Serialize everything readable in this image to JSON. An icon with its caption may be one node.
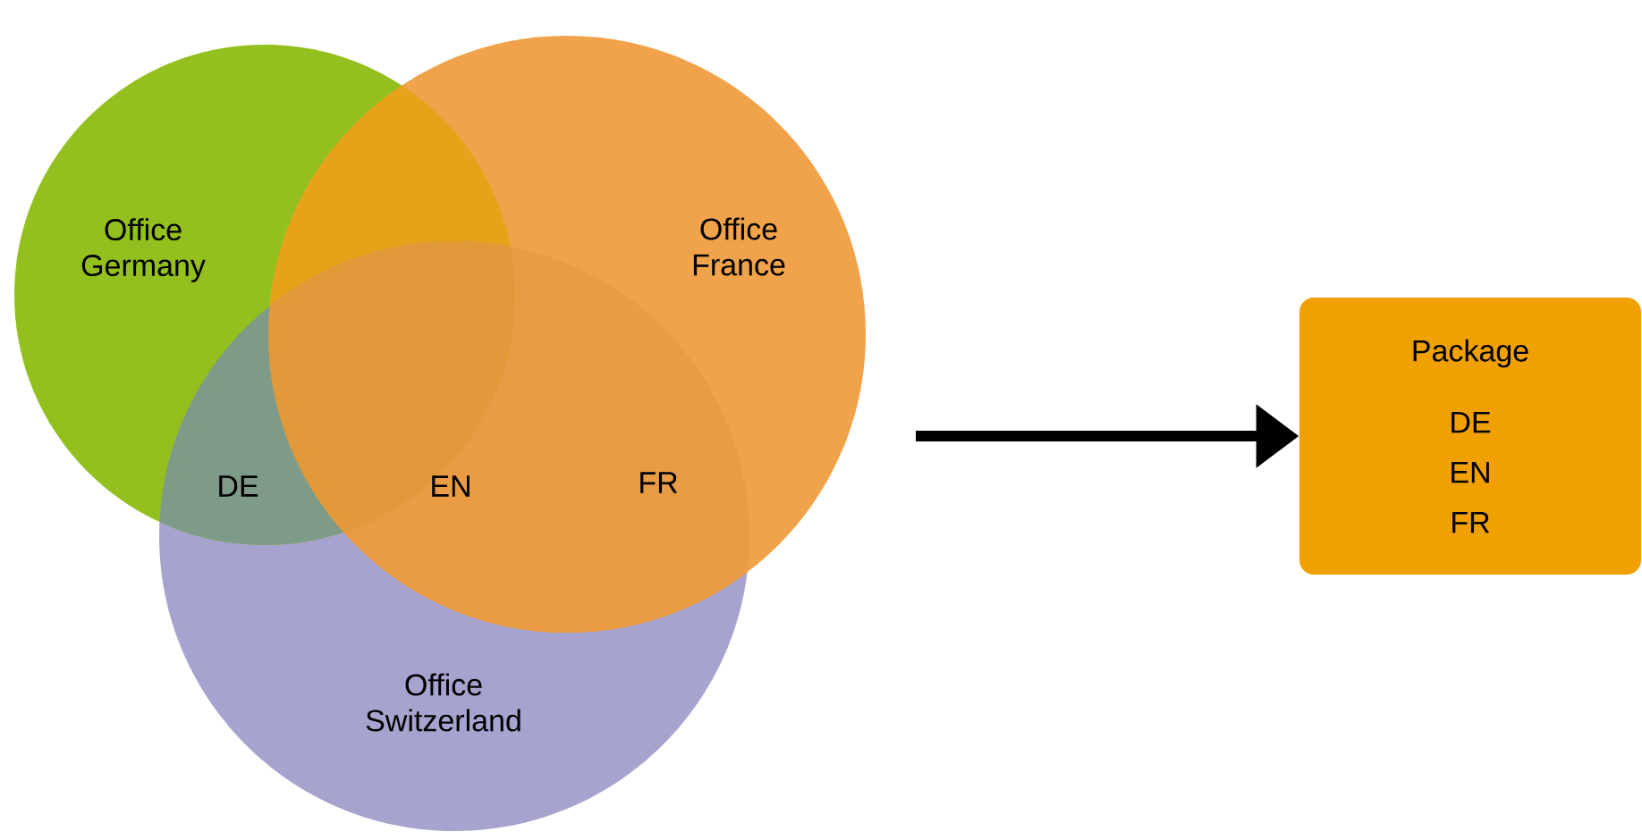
{
  "diagram": {
    "nodes": [
      {
        "text": [
          "Office Germany"
        ]
      },
      {
        "text": [
          "Office France"
        ]
      },
      {
        "text": [
          "Office Switzerland"
        ]
      },
      {
        "text": [
          "Package",
          "DE",
          "EN",
          "FR"
        ]
      }
    ],
    "edges": [
      {
        "from": null,
        "to": 3,
        "arrow": "to"
      }
    ],
    "labels": [
      "DE",
      "EN",
      "FR"
    ]
  }
}
